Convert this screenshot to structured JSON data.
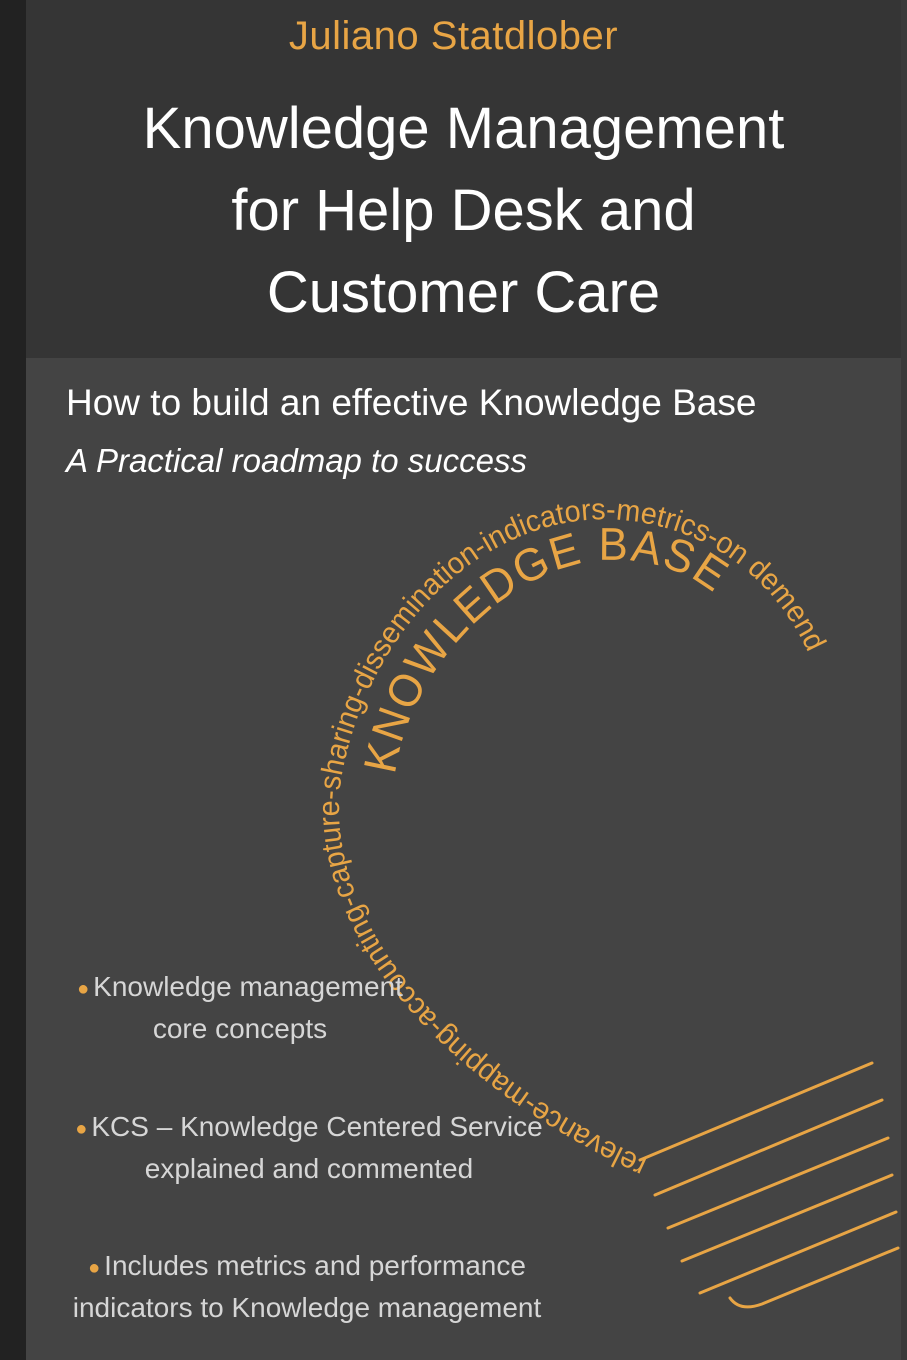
{
  "cover": {
    "author": "Juliano Statdlober",
    "title_lines": [
      "Knowledge Management",
      "for Help Desk and",
      "Customer Care"
    ],
    "subtitle": "How to build an effective Knowledge Base",
    "tagline": "A Practical roadmap to success",
    "colors": {
      "accent": "#e8a545",
      "top_band": "#353535",
      "panel": "#444444",
      "text": "#ffffff"
    }
  },
  "illustration": {
    "headline": "KNOWLEDGE BASE",
    "arc_text": "relevance-mapping-accounting-capture-sharing-dissemination-indicators-metrics-on demend",
    "icon": "lightbulb-icon"
  },
  "bullets": [
    {
      "line1": "Knowledge management",
      "line2": "core concepts"
    },
    {
      "line1": "KCS – Knowledge Centered Service",
      "line2": "explained and commented"
    },
    {
      "line1": "Includes metrics and performance",
      "line2": "indicators to Knowledge management"
    }
  ]
}
